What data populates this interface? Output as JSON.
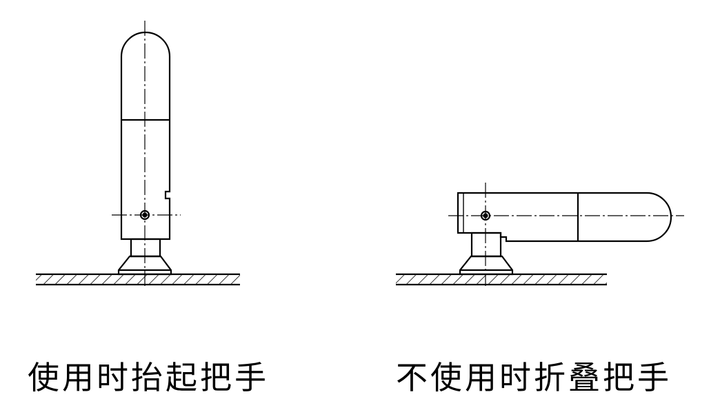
{
  "figures": [
    {
      "id": "raised",
      "caption": "使用时抬起把手"
    },
    {
      "id": "folded",
      "caption": "不使用时折叠把手"
    }
  ],
  "colors": {
    "line": "#000000",
    "background": "#ffffff"
  }
}
